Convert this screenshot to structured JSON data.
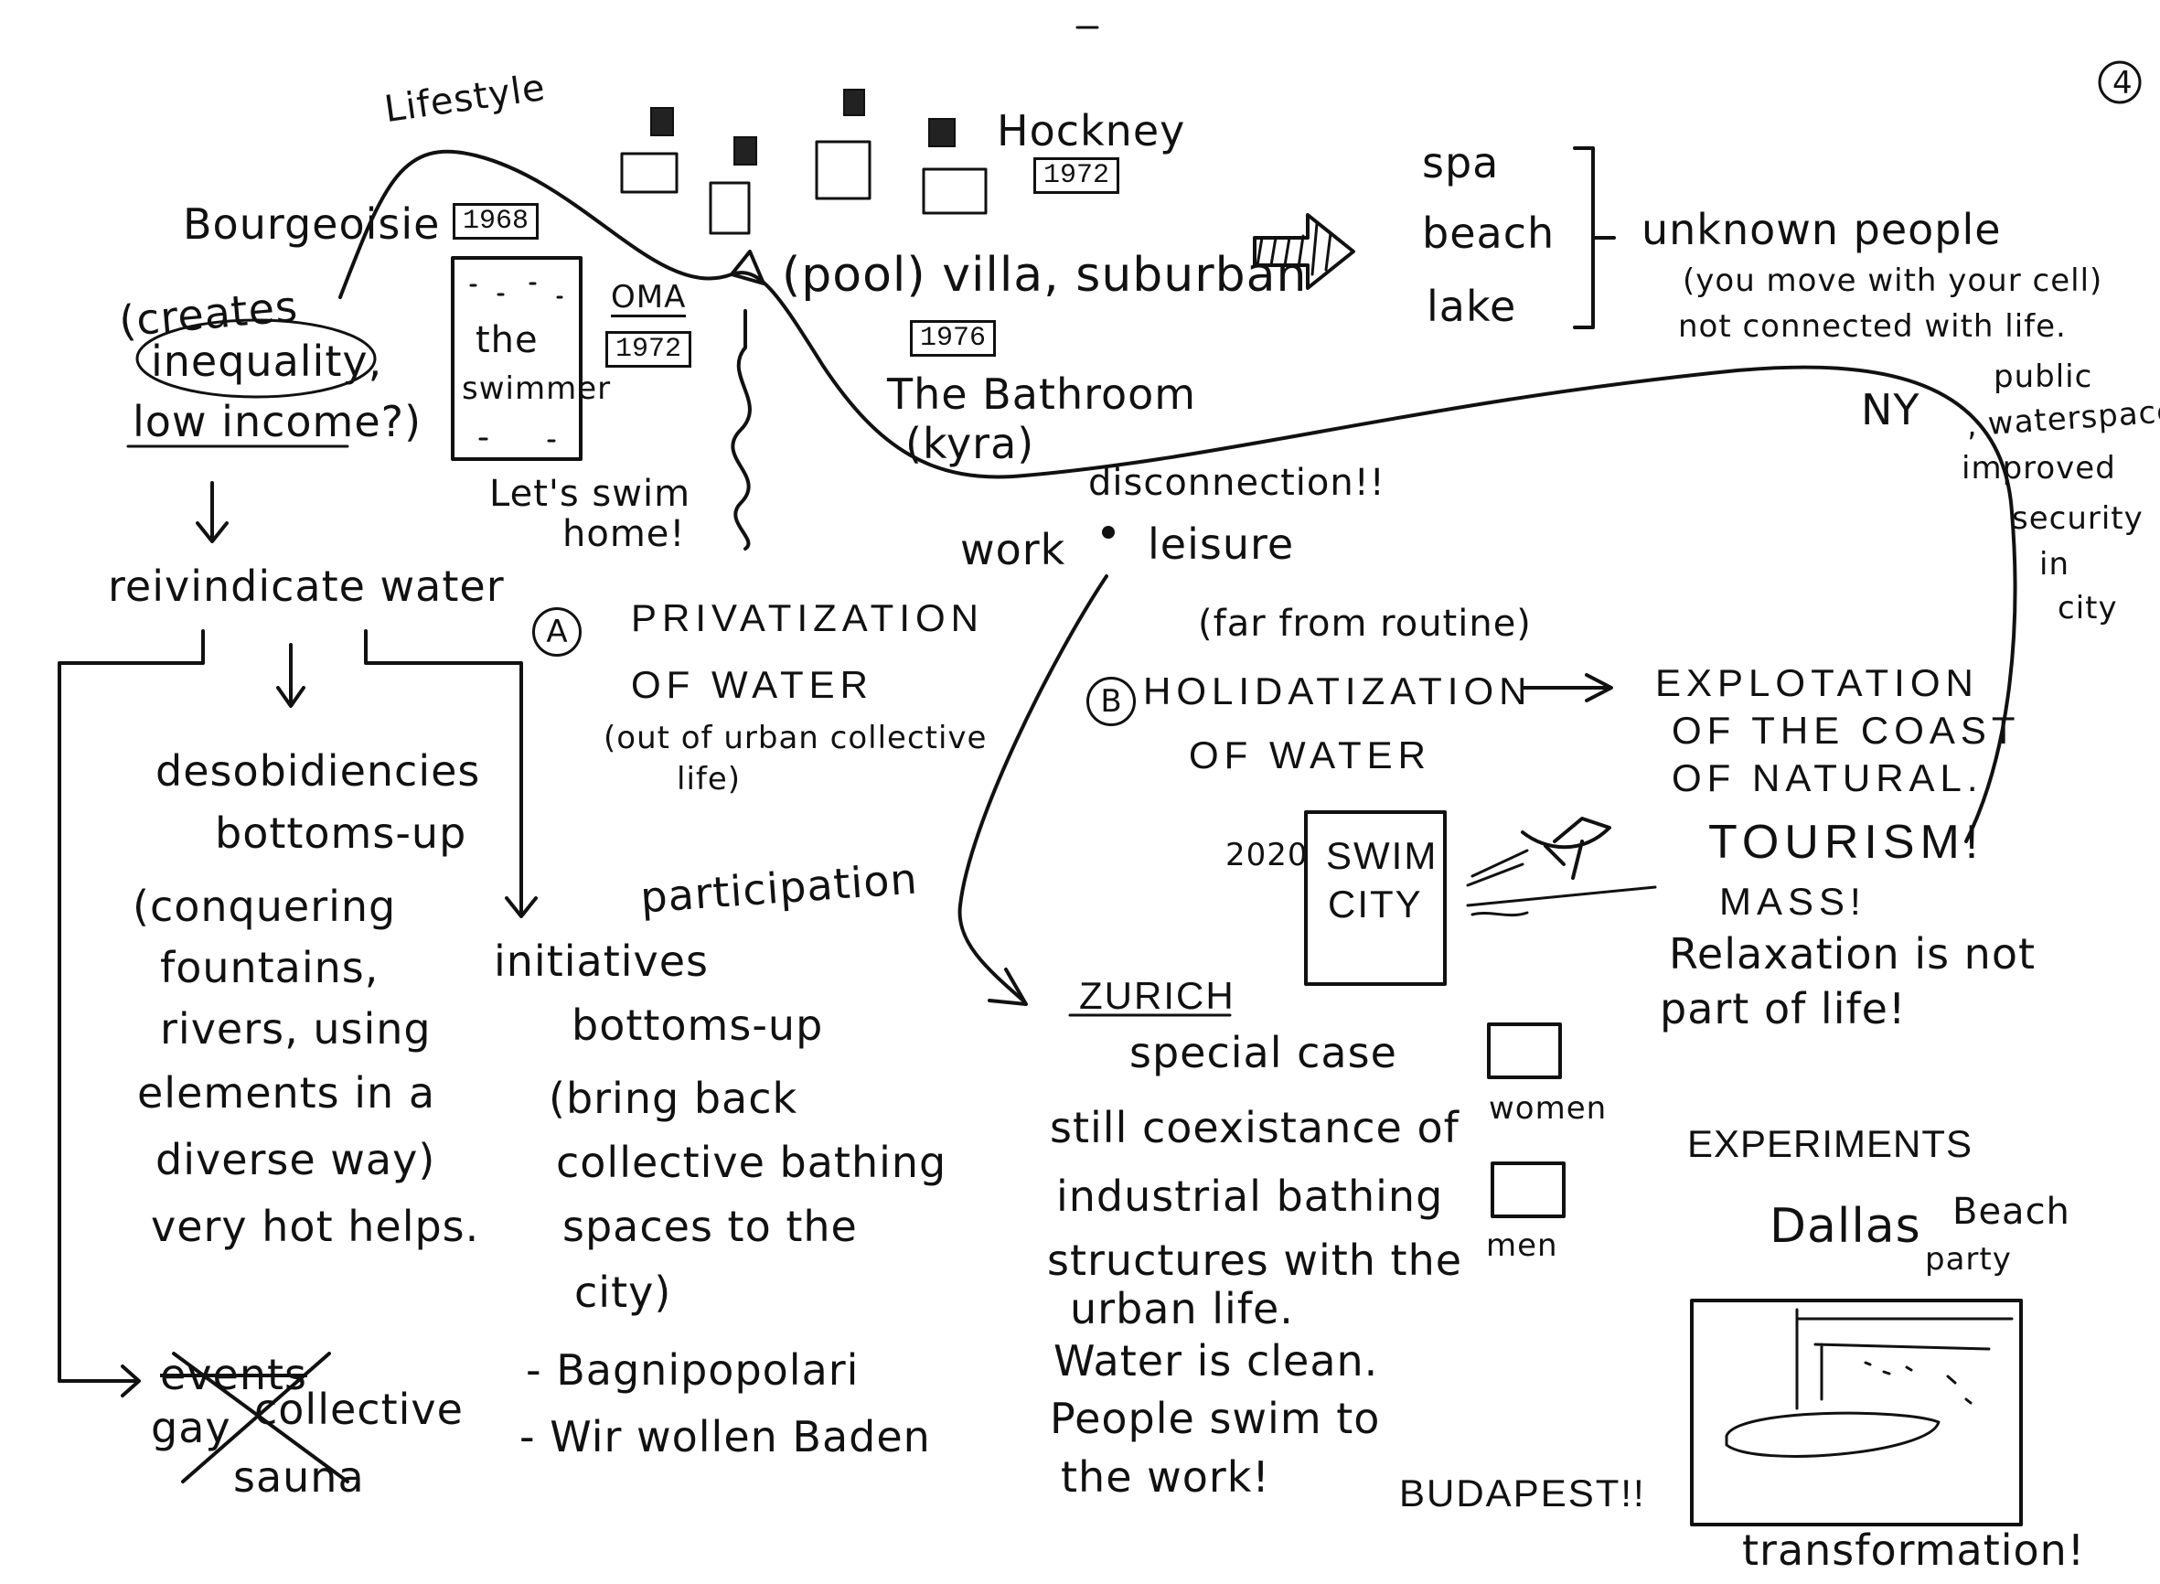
{
  "page_number": "4",
  "top_left": {
    "lifestyle": "Lifestyle",
    "bourgeoisie": "Bourgeoisie",
    "creates_line1": "(creates",
    "creates_line2": "inequality,",
    "creates_line3": "low income?)",
    "year_1968": "1968",
    "swimmer_line1": "the",
    "swimmer_line2": "swimmer",
    "lets_swim_1": "Let's swim",
    "lets_swim_2": "home!",
    "oma": "OMA",
    "year_1972a": "1972"
  },
  "pools": {
    "pool_villa": "(pool) villa, suburban",
    "hockney": "Hockney",
    "year_1972b": "1972",
    "year_1976": "1976",
    "bathroom_1": "The Bathroom",
    "bathroom_2": "(kyra)"
  },
  "right_top": {
    "spa": "spa",
    "beach": "beach",
    "lake": "lake",
    "unknown_1": "unknown people",
    "unknown_2": "(you move with your cell)",
    "unknown_3": "not connected with life.",
    "ny": "NY",
    "public_1": "public",
    "public_2": ", waterspaces",
    "improved": "improved",
    "security": "security",
    "in": "in",
    "city": "city"
  },
  "middle": {
    "disconnection": "disconnection!!",
    "work": "work",
    "leisure": "leisure",
    "a_label": "A",
    "privatization_1": "PRIVATIZATION",
    "privatization_2": "OF WATER",
    "privatization_3": "(out of urban collective",
    "privatization_4": "life)",
    "far_routine": "(far from routine)",
    "b_label": "B",
    "holidatization_1": "HOLIDATIZATION",
    "holidatization_2": "OF WATER",
    "exploitation_1": "EXPLOTATION",
    "exploitation_2": "OF THE COAST",
    "exploitation_3": "OF NATURAL.",
    "tourism": "TOURISM!",
    "mass": "MASS!",
    "relax_1": "Relaxation is not",
    "relax_2": "part of life!",
    "year_2020": "2020",
    "swim_1": "SWIM",
    "swim_2": "CITY"
  },
  "left": {
    "reivindicate": "reivindicate water",
    "desob_1": "desobidiencies",
    "desob_2": "bottoms-up",
    "desob_3": "(conquering",
    "desob_4": "fountains,",
    "desob_5": "rivers, using",
    "desob_6": "elements in a",
    "desob_7": "diverse way)",
    "desob_8": "very hot helps.",
    "events": "events",
    "gay": "gay",
    "collective": "collective",
    "sauna": "sauna"
  },
  "center_left": {
    "participation": "participation",
    "init_1": "initiatives",
    "init_2": "bottoms-up",
    "init_3": "(bring back",
    "init_4": "collective bathing",
    "init_5": "spaces to the",
    "init_6": "city)",
    "bagni": "- Bagnipopolari",
    "wir": "- Wir wollen Baden"
  },
  "zurich": {
    "title": "ZURICH",
    "special": "special case",
    "l1": "still coexistance of",
    "l2": "industrial bathing",
    "l3": "structures with the",
    "l4": "urban life.",
    "l5": "Water is clean.",
    "l6": "People swim to",
    "l7": "the work!",
    "women": "women",
    "men": "men",
    "budapest": "BUDAPEST!!"
  },
  "experiments": {
    "title": "EXPERIMENTS",
    "dallas_1": "Dallas",
    "dallas_2": "Beach",
    "dallas_3": "party",
    "transformation": "transformation!"
  }
}
